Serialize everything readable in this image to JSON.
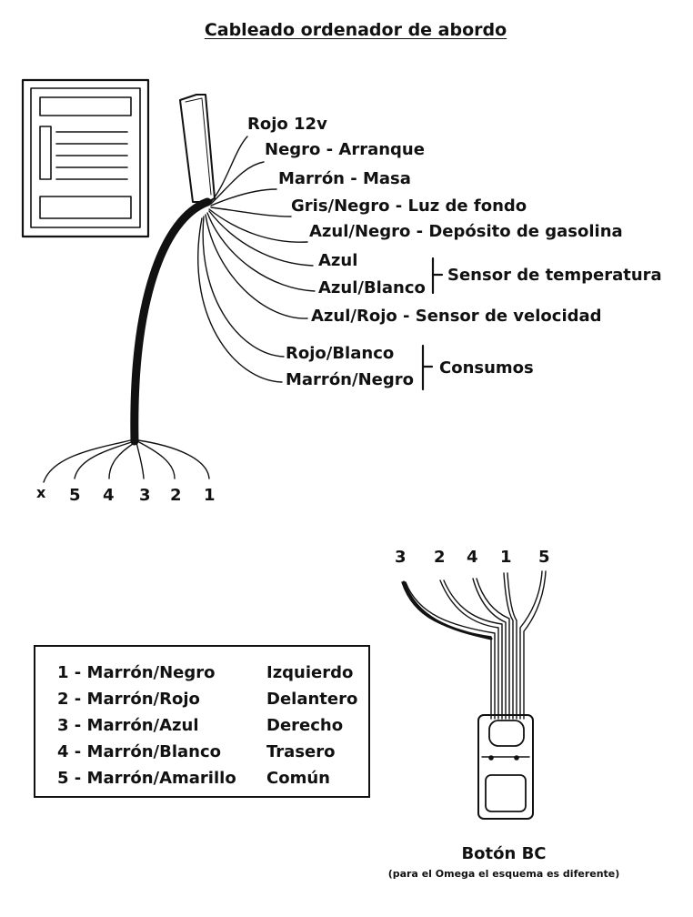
{
  "title": "Cableado ordenador de abordo",
  "wires": [
    {
      "label": "Rojo 12v"
    },
    {
      "label": "Negro - Arranque"
    },
    {
      "label": "Marrón - Masa"
    },
    {
      "label": "Gris/Negro - Luz de fondo"
    },
    {
      "label": "Azul/Negro - Depósito de gasolina"
    },
    {
      "label": "Azul"
    },
    {
      "label": "Azul/Blanco"
    },
    {
      "label": "Azul/Rojo - Sensor de velocidad"
    },
    {
      "label": "Rojo/Blanco"
    },
    {
      "label": "Marrón/Negro"
    }
  ],
  "groups": {
    "temperature": "Sensor de temperatura",
    "consumption": "Consumos"
  },
  "bottom_pins": [
    "x",
    "5",
    "4",
    "3",
    "2",
    "1"
  ],
  "button_pins": [
    "3",
    "2",
    "4",
    "1",
    "5"
  ],
  "legend": [
    {
      "wire": "1 - Marrón/Negro",
      "meaning": "Izquierdo"
    },
    {
      "wire": "2 - Marrón/Rojo",
      "meaning": "Delantero"
    },
    {
      "wire": "3 - Marrón/Azul",
      "meaning": "Derecho"
    },
    {
      "wire": "4 - Marrón/Blanco",
      "meaning": "Trasero"
    },
    {
      "wire": "5 - Marrón/Amarillo",
      "meaning": "Común"
    }
  ],
  "button": {
    "caption": "Botón BC",
    "note": "(para el Omega el esquema es diferente)"
  }
}
